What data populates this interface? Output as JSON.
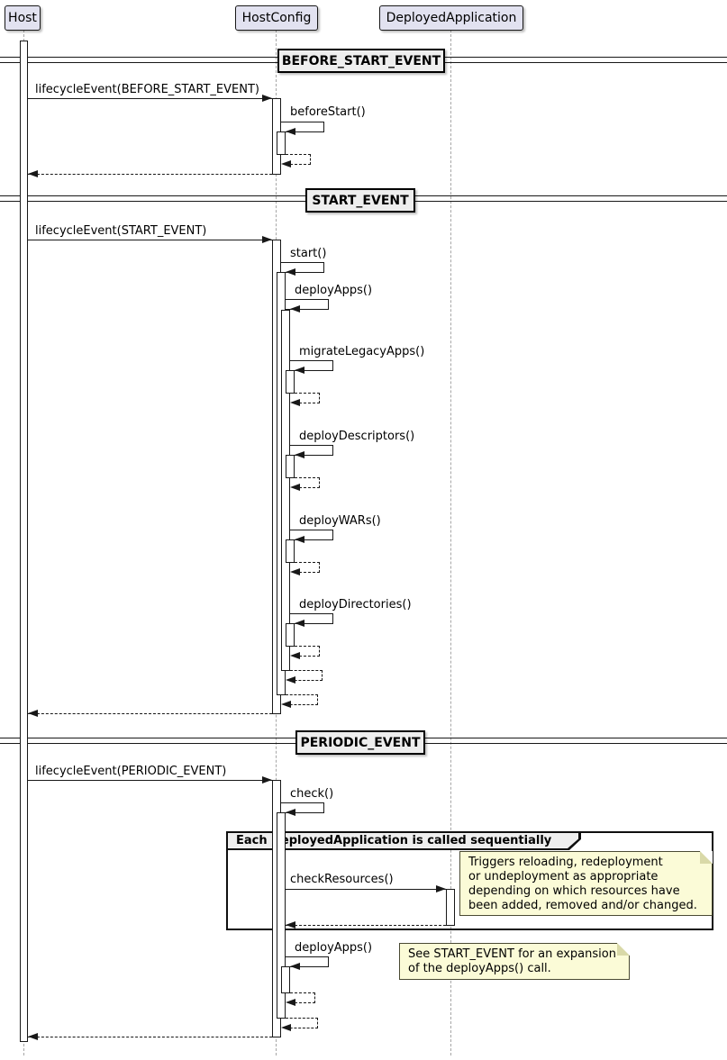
{
  "participants": [
    {
      "label": "Host"
    },
    {
      "label": "HostConfig"
    },
    {
      "label": "DeployedApplication"
    }
  ],
  "dividers": [
    {
      "label": "BEFORE_START_EVENT"
    },
    {
      "label": "START_EVENT"
    },
    {
      "label": "PERIODIC_EVENT"
    }
  ],
  "messages": {
    "lifecycle_before_start": "lifecycleEvent(BEFORE_START_EVENT)",
    "before_start": "beforeStart()",
    "lifecycle_start": "lifecycleEvent(START_EVENT)",
    "start": "start()",
    "deploy_apps": "deployApps()",
    "migrate_legacy_apps": "migrateLegacyApps()",
    "deploy_descriptors": "deployDescriptors()",
    "deploy_wars": "deployWARs()",
    "deploy_directories": "deployDirectories()",
    "lifecycle_periodic": "lifecycleEvent(PERIODIC_EVENT)",
    "check": "check()",
    "check_resources": "checkResources()"
  },
  "group": {
    "title": "Each DeployedApplication is called sequentially"
  },
  "notes": {
    "check_resources": "Triggers reloading, redeployment\nor undeployment as appropriate\ndepending on which resources have\nbeen added, removed and/or changed.",
    "deploy_apps": "See START_EVENT for an expansion\nof the deployApps() call."
  },
  "colors": {
    "participant_fill": "#E2E2F0",
    "participant_border": "#181818",
    "divider_fill": "#EEEEEE",
    "note_fill": "#FBFBD7",
    "frame_header_fill": "#EEEEEE",
    "line_color": "#181818",
    "lifeline_color": "#A6A6A6",
    "background": "#FFFFFF"
  }
}
